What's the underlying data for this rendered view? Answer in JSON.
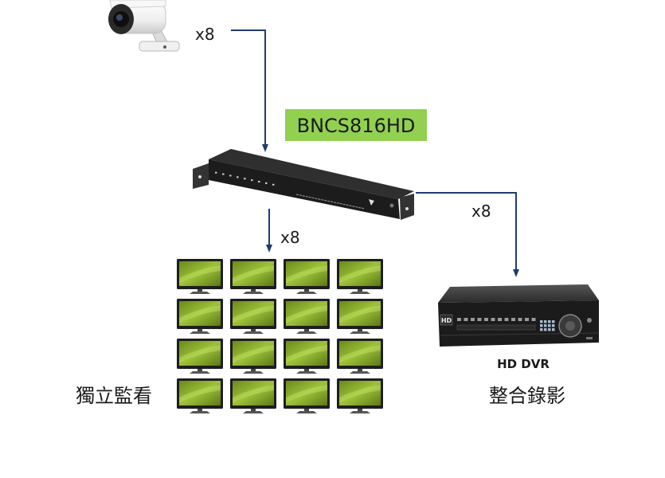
{
  "camera": {
    "icon": "cctv-camera-icon",
    "count_label": "x8"
  },
  "splitter": {
    "icon": "video-splitter-icon",
    "model_label": "BNCS816HD"
  },
  "monitors": {
    "icon": "monitor-icon",
    "count_label": "x8",
    "caption": "獨立監看"
  },
  "dvr": {
    "icon": "dvr-recorder-icon",
    "logo_text": "HD",
    "count_label": "x8",
    "name": "HD DVR",
    "caption": "整合錄影"
  },
  "colors": {
    "arrow": "#1f3d6e",
    "model_label_bg": "#92d050"
  }
}
